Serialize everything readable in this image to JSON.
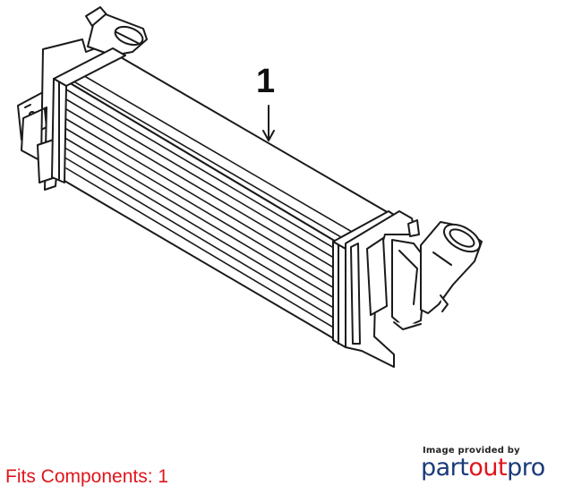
{
  "diagram": {
    "callout_label": "1"
  },
  "footer": {
    "fits_components": "Fits Components: 1",
    "fits_color": "#e0151b"
  },
  "branding": {
    "caption": "Image provided by",
    "wordmark_part": "part",
    "wordmark_out": "out",
    "wordmark_pro": "pro",
    "color_part": "#1b3a7a",
    "color_out": "#e0151b",
    "color_pro": "#1b3a7a"
  }
}
